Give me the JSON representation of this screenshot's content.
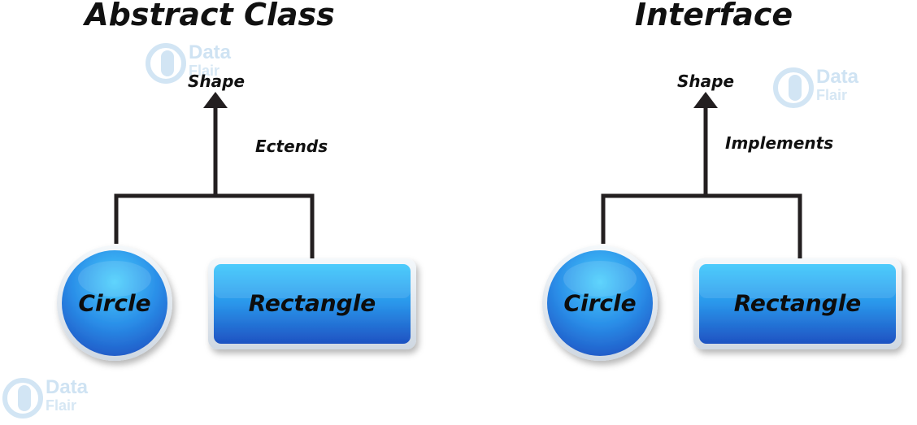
{
  "watermark": {
    "line1": "Data",
    "line2": "Flair"
  },
  "abstract": {
    "title": "Abstract Class",
    "parent": "Shape",
    "relation": "Ectends",
    "child_circle": "Circle",
    "child_rect": "Rectangle"
  },
  "interface": {
    "title": "Interface",
    "parent": "Shape",
    "relation": "Implements",
    "child_circle": "Circle",
    "child_rect": "Rectangle"
  },
  "colors": {
    "node_fill_light": "#37c2fb",
    "node_fill_dark": "#1f58c6",
    "node_rim": "#e6eef6",
    "line": "#231f20",
    "text": "#111111",
    "watermark": "#d2e5f4"
  }
}
